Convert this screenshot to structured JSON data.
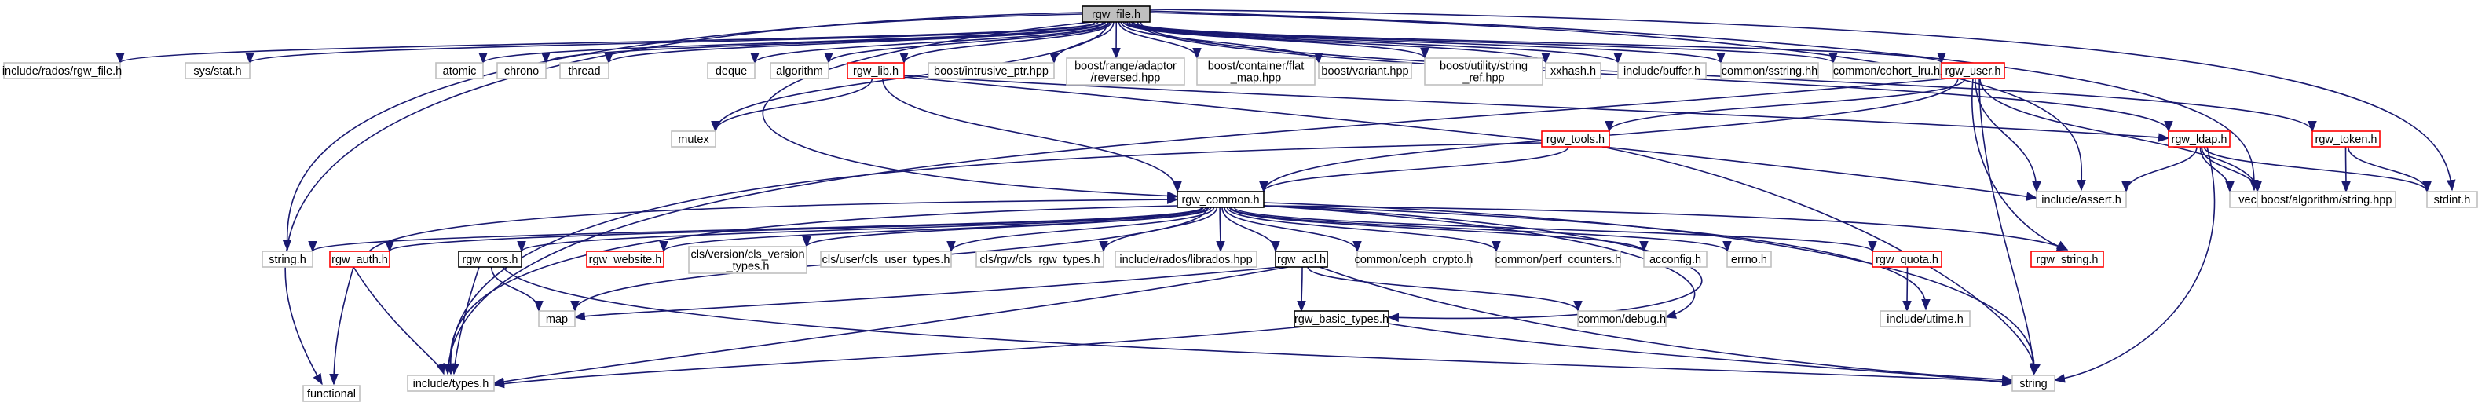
{
  "diagram": {
    "title": "rgw_file.h",
    "palette": {
      "edge": "#191970",
      "root_fill": "#bfbfbf",
      "root_border": "#000000",
      "linked_border": "#ff0000",
      "plain_border": "#bfbfbf",
      "documented_border": "#000000",
      "text": "#000000"
    },
    "nodes": [
      {
        "id": "rgw_file_h",
        "label": "rgw_file.h",
        "kind": "root"
      },
      {
        "id": "include_rados_rgw_file_h",
        "label": "include/rados/rgw_file.h",
        "kind": "plain"
      },
      {
        "id": "sys_stat_h",
        "label": "sys/stat.h",
        "kind": "plain"
      },
      {
        "id": "functional",
        "label": "functional",
        "kind": "plain"
      },
      {
        "id": "atomic",
        "label": "atomic",
        "kind": "plain"
      },
      {
        "id": "chrono",
        "label": "chrono",
        "kind": "plain"
      },
      {
        "id": "thread",
        "label": "thread",
        "kind": "plain"
      },
      {
        "id": "mutex",
        "label": "mutex",
        "kind": "plain"
      },
      {
        "id": "deque",
        "label": "deque",
        "kind": "plain"
      },
      {
        "id": "algorithm",
        "label": "algorithm",
        "kind": "plain"
      },
      {
        "id": "rgw_lib_h",
        "label": "rgw_lib.h",
        "kind": "linked"
      },
      {
        "id": "boost_intrusive_ptr",
        "label": "boost/intrusive_ptr.hpp",
        "kind": "plain"
      },
      {
        "id": "boost_range_reversed",
        "label": [
          "boost/range/adaptor",
          "/reversed.hpp"
        ],
        "kind": "plain"
      },
      {
        "id": "boost_flat_map",
        "label": [
          "boost/container/flat",
          "_map.hpp"
        ],
        "kind": "plain"
      },
      {
        "id": "boost_variant",
        "label": "boost/variant.hpp",
        "kind": "plain"
      },
      {
        "id": "boost_string_ref",
        "label": [
          "boost/utility/string",
          "_ref.hpp"
        ],
        "kind": "plain"
      },
      {
        "id": "xxhash_h",
        "label": "xxhash.h",
        "kind": "plain"
      },
      {
        "id": "include_buffer_h",
        "label": "include/buffer.h",
        "kind": "plain"
      },
      {
        "id": "common_sstring",
        "label": "common/sstring.hh",
        "kind": "plain"
      },
      {
        "id": "common_cohort_lru",
        "label": "common/cohort_lru.h",
        "kind": "plain"
      },
      {
        "id": "rgw_user_h",
        "label": "rgw_user.h",
        "kind": "linked"
      },
      {
        "id": "rgw_ldap_h",
        "label": "rgw_ldap.h",
        "kind": "linked"
      },
      {
        "id": "rgw_token_h",
        "label": "rgw_token.h",
        "kind": "linked"
      },
      {
        "id": "include_assert_h",
        "label": "include/assert.h",
        "kind": "plain"
      },
      {
        "id": "vector",
        "label": "vector",
        "kind": "plain"
      },
      {
        "id": "stdint_h",
        "label": "stdint.h",
        "kind": "plain"
      },
      {
        "id": "boost_algorithm_string",
        "label": "boost/algorithm/string.hpp",
        "kind": "plain"
      },
      {
        "id": "rgw_tools_h",
        "label": "rgw_tools.h",
        "kind": "linked"
      },
      {
        "id": "rgw_common_h",
        "label": "rgw_common.h",
        "kind": "documented"
      },
      {
        "id": "string_h",
        "label": "string.h",
        "kind": "plain"
      },
      {
        "id": "rgw_auth_h",
        "label": "rgw_auth.h",
        "kind": "linked"
      },
      {
        "id": "rgw_cors_h",
        "label": "rgw_cors.h",
        "kind": "documented"
      },
      {
        "id": "map",
        "label": "map",
        "kind": "plain"
      },
      {
        "id": "rgw_website_h",
        "label": "rgw_website.h",
        "kind": "linked"
      },
      {
        "id": "cls_version_types",
        "label": [
          "cls/version/cls_version",
          "_types.h"
        ],
        "kind": "plain"
      },
      {
        "id": "cls_user_types",
        "label": "cls/user/cls_user_types.h",
        "kind": "plain"
      },
      {
        "id": "cls_rgw_types",
        "label": "cls/rgw/cls_rgw_types.h",
        "kind": "plain"
      },
      {
        "id": "include_librados",
        "label": "include/rados/librados.hpp",
        "kind": "plain"
      },
      {
        "id": "rgw_acl_h",
        "label": "rgw_acl.h",
        "kind": "documented"
      },
      {
        "id": "common_ceph_crypto",
        "label": "common/ceph_crypto.h",
        "kind": "plain"
      },
      {
        "id": "common_perf_counters",
        "label": "common/perf_counters.h",
        "kind": "plain"
      },
      {
        "id": "acconfig_h",
        "label": "acconfig.h",
        "kind": "plain"
      },
      {
        "id": "errno_h",
        "label": "errno.h",
        "kind": "plain"
      },
      {
        "id": "rgw_quota_h",
        "label": "rgw_quota.h",
        "kind": "linked"
      },
      {
        "id": "rgw_string_h",
        "label": "rgw_string.h",
        "kind": "linked"
      },
      {
        "id": "include_utime_h",
        "label": "include/utime.h",
        "kind": "plain"
      },
      {
        "id": "common_debug_h",
        "label": "common/debug.h",
        "kind": "plain"
      },
      {
        "id": "rgw_basic_types_h",
        "label": "rgw_basic_types.h",
        "kind": "documented"
      },
      {
        "id": "include_types_h",
        "label": "include/types.h",
        "kind": "plain"
      },
      {
        "id": "string",
        "label": "string",
        "kind": "plain"
      }
    ],
    "edges": [
      [
        "rgw_file_h",
        "include_rados_rgw_file_h"
      ],
      [
        "rgw_file_h",
        "sys_stat_h"
      ],
      [
        "rgw_file_h",
        "functional"
      ],
      [
        "rgw_file_h",
        "atomic"
      ],
      [
        "rgw_file_h",
        "chrono"
      ],
      [
        "rgw_file_h",
        "thread"
      ],
      [
        "rgw_file_h",
        "mutex"
      ],
      [
        "rgw_file_h",
        "deque"
      ],
      [
        "rgw_file_h",
        "algorithm"
      ],
      [
        "rgw_file_h",
        "rgw_lib_h"
      ],
      [
        "rgw_file_h",
        "boost_intrusive_ptr"
      ],
      [
        "rgw_file_h",
        "boost_range_reversed"
      ],
      [
        "rgw_file_h",
        "boost_flat_map"
      ],
      [
        "rgw_file_h",
        "boost_variant"
      ],
      [
        "rgw_file_h",
        "boost_string_ref"
      ],
      [
        "rgw_file_h",
        "xxhash_h"
      ],
      [
        "rgw_file_h",
        "include_buffer_h"
      ],
      [
        "rgw_file_h",
        "common_sstring"
      ],
      [
        "rgw_file_h",
        "common_cohort_lru"
      ],
      [
        "rgw_file_h",
        "rgw_user_h"
      ],
      [
        "rgw_file_h",
        "rgw_ldap_h"
      ],
      [
        "rgw_file_h",
        "rgw_token_h"
      ],
      [
        "rgw_file_h",
        "include_assert_h"
      ],
      [
        "rgw_file_h",
        "vector"
      ],
      [
        "rgw_file_h",
        "stdint_h"
      ],
      [
        "rgw_file_h",
        "string_h"
      ],
      [
        "rgw_file_h",
        "rgw_common_h"
      ],
      [
        "rgw_lib_h",
        "mutex"
      ],
      [
        "rgw_lib_h",
        "rgw_common_h"
      ],
      [
        "rgw_lib_h",
        "rgw_ldap_h"
      ],
      [
        "rgw_lib_h",
        "include_assert_h"
      ],
      [
        "rgw_user_h",
        "rgw_tools_h"
      ],
      [
        "rgw_user_h",
        "rgw_common_h"
      ],
      [
        "rgw_user_h",
        "include_assert_h"
      ],
      [
        "rgw_user_h",
        "rgw_string_h"
      ],
      [
        "rgw_user_h",
        "string"
      ],
      [
        "rgw_user_h",
        "boost_algorithm_string"
      ],
      [
        "rgw_user_h",
        "include_types_h"
      ],
      [
        "rgw_ldap_h",
        "include_assert_h"
      ],
      [
        "rgw_ldap_h",
        "vector"
      ],
      [
        "rgw_ldap_h",
        "boost_algorithm_string"
      ],
      [
        "rgw_ldap_h",
        "stdint_h"
      ],
      [
        "rgw_ldap_h",
        "string"
      ],
      [
        "rgw_token_h",
        "boost_algorithm_string"
      ],
      [
        "rgw_token_h",
        "stdint_h"
      ],
      [
        "rgw_tools_h",
        "rgw_common_h"
      ],
      [
        "rgw_tools_h",
        "include_types_h"
      ],
      [
        "rgw_tools_h",
        "string"
      ],
      [
        "rgw_common_h",
        "string_h"
      ],
      [
        "rgw_common_h",
        "rgw_auth_h"
      ],
      [
        "rgw_common_h",
        "rgw_cors_h"
      ],
      [
        "rgw_common_h",
        "map"
      ],
      [
        "rgw_common_h",
        "rgw_website_h"
      ],
      [
        "rgw_common_h",
        "cls_version_types"
      ],
      [
        "rgw_common_h",
        "cls_user_types"
      ],
      [
        "rgw_common_h",
        "cls_rgw_types"
      ],
      [
        "rgw_common_h",
        "include_librados"
      ],
      [
        "rgw_common_h",
        "rgw_acl_h"
      ],
      [
        "rgw_common_h",
        "common_ceph_crypto"
      ],
      [
        "rgw_common_h",
        "common_perf_counters"
      ],
      [
        "rgw_common_h",
        "acconfig_h"
      ],
      [
        "rgw_common_h",
        "errno_h"
      ],
      [
        "rgw_common_h",
        "rgw_quota_h"
      ],
      [
        "rgw_common_h",
        "rgw_string_h"
      ],
      [
        "rgw_common_h",
        "include_utime_h"
      ],
      [
        "rgw_common_h",
        "common_debug_h"
      ],
      [
        "rgw_common_h",
        "rgw_basic_types_h"
      ],
      [
        "rgw_common_h",
        "include_types_h"
      ],
      [
        "rgw_common_h",
        "string"
      ],
      [
        "rgw_auth_h",
        "rgw_common_h"
      ],
      [
        "rgw_auth_h",
        "functional"
      ],
      [
        "rgw_auth_h",
        "include_types_h"
      ],
      [
        "rgw_cors_h",
        "map"
      ],
      [
        "rgw_cors_h",
        "include_types_h"
      ],
      [
        "rgw_cors_h",
        "string"
      ],
      [
        "rgw_acl_h",
        "map"
      ],
      [
        "rgw_acl_h",
        "rgw_basic_types_h"
      ],
      [
        "rgw_acl_h",
        "common_debug_h"
      ],
      [
        "rgw_acl_h",
        "include_types_h"
      ],
      [
        "rgw_acl_h",
        "string"
      ],
      [
        "rgw_quota_h",
        "include_utime_h"
      ],
      [
        "rgw_basic_types_h",
        "include_types_h"
      ],
      [
        "rgw_basic_types_h",
        "string"
      ]
    ]
  }
}
